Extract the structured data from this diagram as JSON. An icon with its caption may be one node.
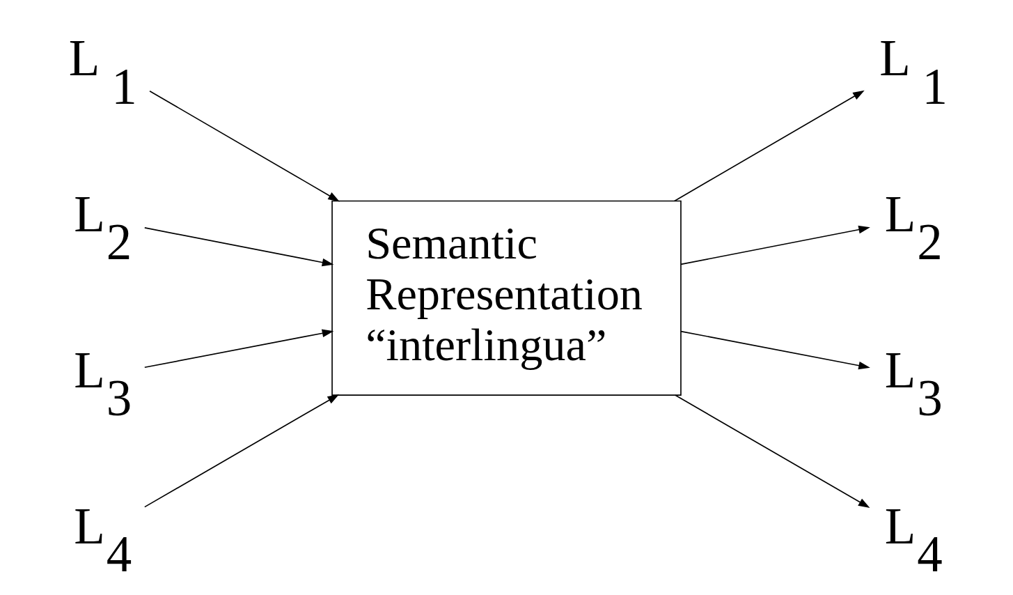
{
  "diagram": {
    "nodes": [
      {
        "text": [
          "L $_{1}$"
        ]
      },
      {
        "text": [
          "L$_{2}$"
        ]
      },
      {
        "text": [
          "L$_{3}$"
        ]
      },
      {
        "text": [
          "L$_{4}$"
        ]
      },
      {
        "text": [
          "Semantic Representation “interlingua”"
        ]
      },
      {
        "text": [
          "L $_{1}$"
        ]
      },
      {
        "text": [
          "L$_{2}$"
        ]
      },
      {
        "text": [
          "L$_{3}$"
        ]
      },
      {
        "text": [
          "L$_{4}$"
        ]
      }
    ],
    "edges": [
      {
        "from": 0,
        "to": 4,
        "arrow": "to"
      },
      {
        "from": 1,
        "to": 4,
        "arrow": "to"
      },
      {
        "from": 2,
        "to": 4,
        "arrow": "to"
      },
      {
        "from": 3,
        "to": 4,
        "arrow": "to"
      },
      {
        "from": 4,
        "to": 5,
        "arrow": "to"
      },
      {
        "from": 4,
        "to": 6,
        "arrow": "to"
      },
      {
        "from": 4,
        "to": 7,
        "arrow": "to"
      },
      {
        "from": 4,
        "to": 8,
        "arrow": "to"
      }
    ]
  }
}
